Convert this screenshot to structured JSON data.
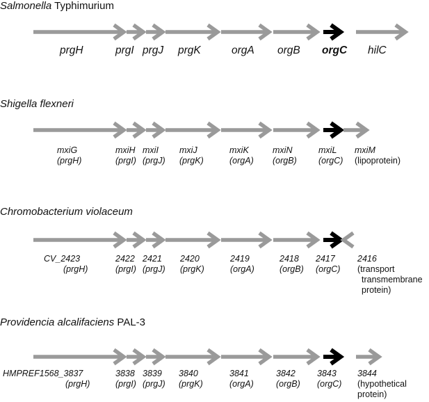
{
  "colors": {
    "gene": "#9a9a9a",
    "highlight": "#000000"
  },
  "panels": [
    {
      "title_italic": "Salmonella",
      "title_plain": " Typhimurium",
      "arrows": [
        {
          "gene": "prgH",
          "dir": "right",
          "highlight": false
        },
        {
          "gene": "prgI",
          "dir": "right",
          "highlight": false
        },
        {
          "gene": "prgJ",
          "dir": "right",
          "highlight": false
        },
        {
          "gene": "prgK",
          "dir": "right",
          "highlight": false
        },
        {
          "gene": "orgA",
          "dir": "right",
          "highlight": false
        },
        {
          "gene": "orgB",
          "dir": "right",
          "highlight": false
        },
        {
          "gene": "orgC",
          "dir": "right",
          "highlight": true
        },
        {
          "gene": "hilC",
          "dir": "right",
          "highlight": false
        }
      ],
      "labels": [
        {
          "lines": [
            "prgH"
          ]
        },
        {
          "lines": [
            "prgI"
          ]
        },
        {
          "lines": [
            "prgJ"
          ]
        },
        {
          "lines": [
            "prgK"
          ]
        },
        {
          "lines": [
            "orgA"
          ]
        },
        {
          "lines": [
            "orgB"
          ]
        },
        {
          "lines": [
            "orgC"
          ]
        },
        {
          "lines": [
            "hilC"
          ]
        }
      ]
    },
    {
      "title_italic": "Shigella flexneri",
      "title_plain": "",
      "arrows": [
        {
          "gene": "mxiG",
          "dir": "right",
          "highlight": false
        },
        {
          "gene": "mxiH",
          "dir": "right",
          "highlight": false
        },
        {
          "gene": "mxiI",
          "dir": "right",
          "highlight": false
        },
        {
          "gene": "mxiJ",
          "dir": "right",
          "highlight": false
        },
        {
          "gene": "mxiK",
          "dir": "right",
          "highlight": false
        },
        {
          "gene": "mxiN",
          "dir": "right",
          "highlight": false
        },
        {
          "gene": "mxiL",
          "dir": "right",
          "highlight": true
        },
        {
          "gene": "mxiM",
          "dir": "right",
          "highlight": false
        }
      ],
      "labels": [
        {
          "lines": [
            "mxiG",
            "(prgH)"
          ]
        },
        {
          "lines": [
            "mxiH",
            "(prgI)"
          ]
        },
        {
          "lines": [
            "mxiI",
            "(prgJ)"
          ]
        },
        {
          "lines": [
            "mxiJ",
            "(prgK)"
          ]
        },
        {
          "lines": [
            "mxiK",
            "(orgA)"
          ]
        },
        {
          "lines": [
            "mxiN",
            "(orgB)"
          ]
        },
        {
          "lines": [
            "mxiL",
            "(orgC)"
          ]
        },
        {
          "lines": [
            "mxiM",
            "(lipoprotein)"
          ]
        }
      ]
    },
    {
      "title_italic": "Chromobacterium violaceum",
      "title_plain": "",
      "arrows": [
        {
          "gene": "CV_2423",
          "dir": "right",
          "highlight": false
        },
        {
          "gene": "2422",
          "dir": "right",
          "highlight": false
        },
        {
          "gene": "2421",
          "dir": "right",
          "highlight": false
        },
        {
          "gene": "2420",
          "dir": "right",
          "highlight": false
        },
        {
          "gene": "2419",
          "dir": "right",
          "highlight": false
        },
        {
          "gene": "2418",
          "dir": "right",
          "highlight": false
        },
        {
          "gene": "2417",
          "dir": "right",
          "highlight": true
        },
        {
          "gene": "2416",
          "dir": "left",
          "highlight": false
        }
      ],
      "labels": [
        {
          "lines": [
            "CV_2423",
            "(prgH)"
          ]
        },
        {
          "lines": [
            "2422",
            "(prgI)"
          ]
        },
        {
          "lines": [
            "2421",
            "(prgJ)"
          ]
        },
        {
          "lines": [
            "2420",
            "(prgK)"
          ]
        },
        {
          "lines": [
            "2419",
            "(orgA)"
          ]
        },
        {
          "lines": [
            "2418",
            "(orgB)"
          ]
        },
        {
          "lines": [
            "2417",
            "(orgC)"
          ]
        },
        {
          "lines": [
            "2416",
            "(transport",
            "transmembrane",
            "protein)"
          ]
        }
      ]
    },
    {
      "title_italic": "Providencia alcalifaciens",
      "title_plain": " PAL-3",
      "arrows": [
        {
          "gene": "HMPREF1568_3837",
          "dir": "right",
          "highlight": false
        },
        {
          "gene": "3838",
          "dir": "right",
          "highlight": false
        },
        {
          "gene": "3839",
          "dir": "right",
          "highlight": false
        },
        {
          "gene": "3840",
          "dir": "right",
          "highlight": false
        },
        {
          "gene": "3841",
          "dir": "right",
          "highlight": false
        },
        {
          "gene": "3842",
          "dir": "right",
          "highlight": false
        },
        {
          "gene": "3843",
          "dir": "right",
          "highlight": true
        },
        {
          "gene": "3844",
          "dir": "right",
          "highlight": false
        }
      ],
      "labels": [
        {
          "lines": [
            "HMPREF1568_3837",
            "(prgH)"
          ]
        },
        {
          "lines": [
            "3838",
            "(prgI)"
          ]
        },
        {
          "lines": [
            "3839",
            "(prgJ)"
          ]
        },
        {
          "lines": [
            "3840",
            "(prgK)"
          ]
        },
        {
          "lines": [
            "3841",
            "(orgA)"
          ]
        },
        {
          "lines": [
            "3842",
            "(orgB)"
          ]
        },
        {
          "lines": [
            "3843",
            "(orgC)"
          ]
        },
        {
          "lines": [
            "3844",
            "(hypothetical",
            "protein)"
          ]
        }
      ]
    }
  ]
}
